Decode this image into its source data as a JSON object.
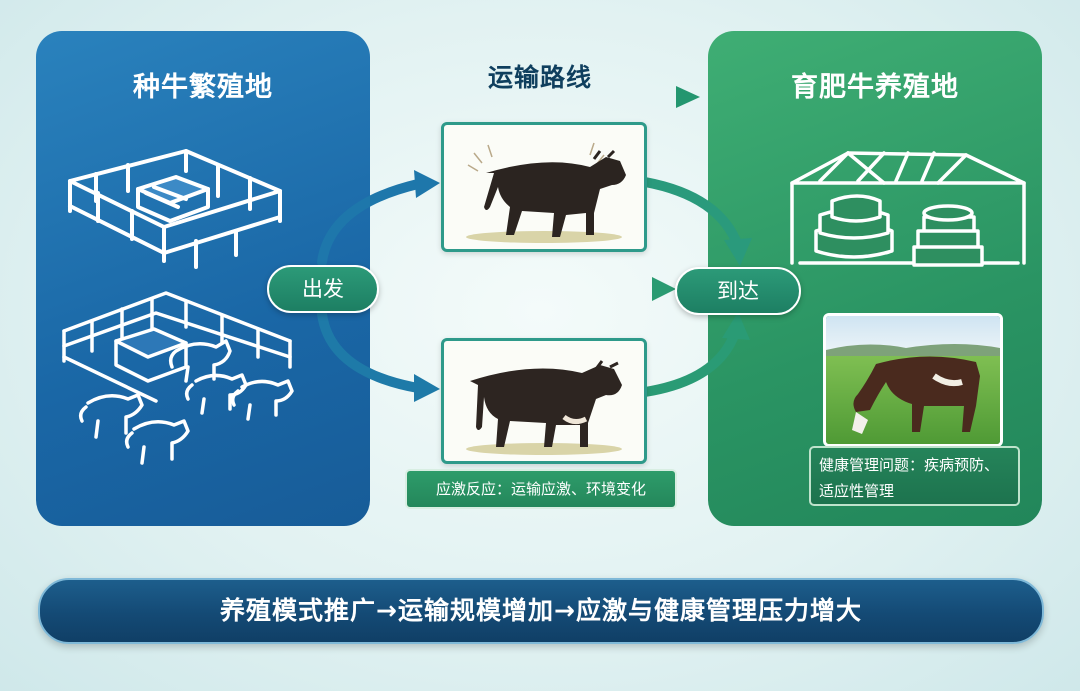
{
  "left_panel": {
    "title": "种牛繁殖地"
  },
  "right_panel": {
    "title": "育肥牛养殖地"
  },
  "route": {
    "title": "运输路线"
  },
  "nodes": {
    "depart": "出发",
    "arrive": "到达"
  },
  "stress_label": "应激反应：运输应激、环境变化",
  "health_label": "健康管理问题：疾病预防、适应性管理",
  "bottom_banner": "养殖模式推广→运输规模增加→应激与健康管理压力增大",
  "colors": {
    "left_panel": "#1f6fae",
    "right_panel": "#2f9a66",
    "route_arrow": "#1f6f97",
    "banner": "#15507c"
  }
}
